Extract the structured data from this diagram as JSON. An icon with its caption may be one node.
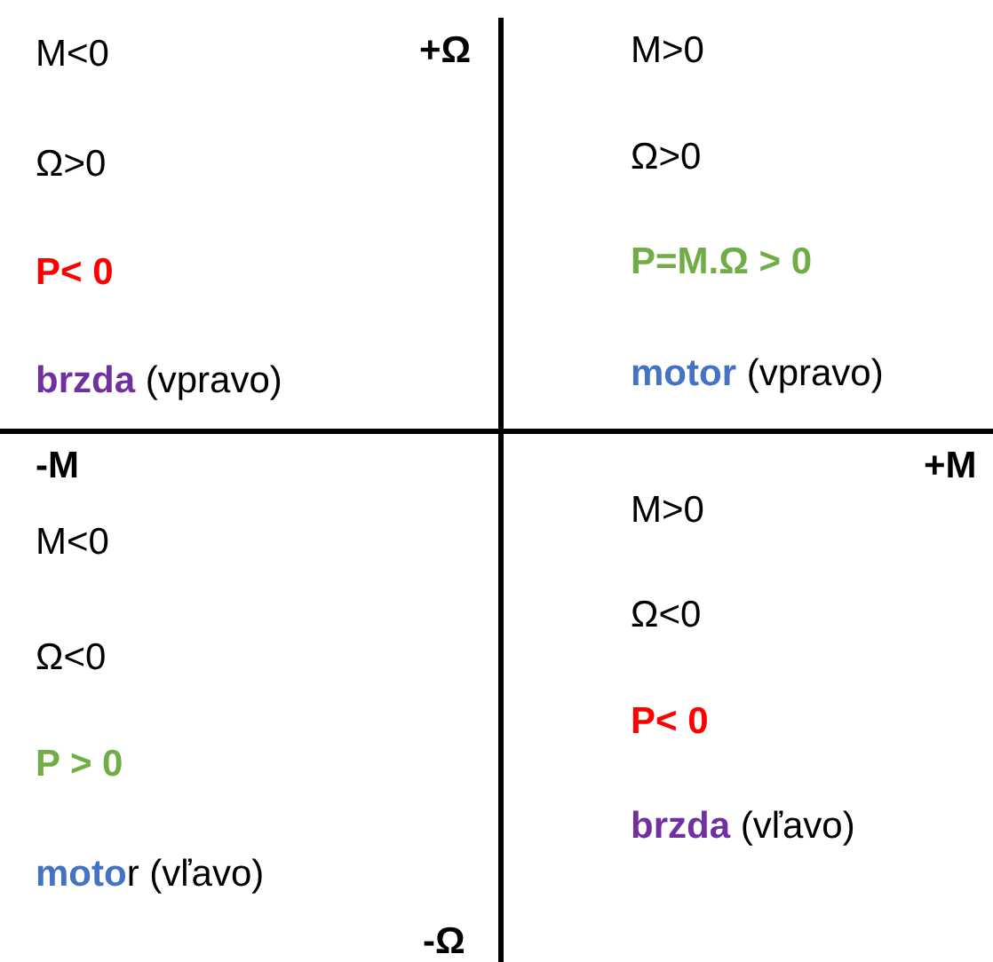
{
  "diagram": {
    "labels": [
      "M<0",
      "+Ω",
      "M>0",
      "Ω>0",
      "Ω>0",
      "P< 0",
      "P=M.Ω > 0",
      "**brzda** (vpravo)",
      "**motor** (vpravo)",
      "-M",
      "+M",
      "M>0",
      "M<0",
      "Ω<0",
      "Ω<0",
      "P< 0",
      "P > 0",
      "**brzda** (vľavo)",
      "**moto**r (vľavo)",
      "-Ω"
    ]
  }
}
